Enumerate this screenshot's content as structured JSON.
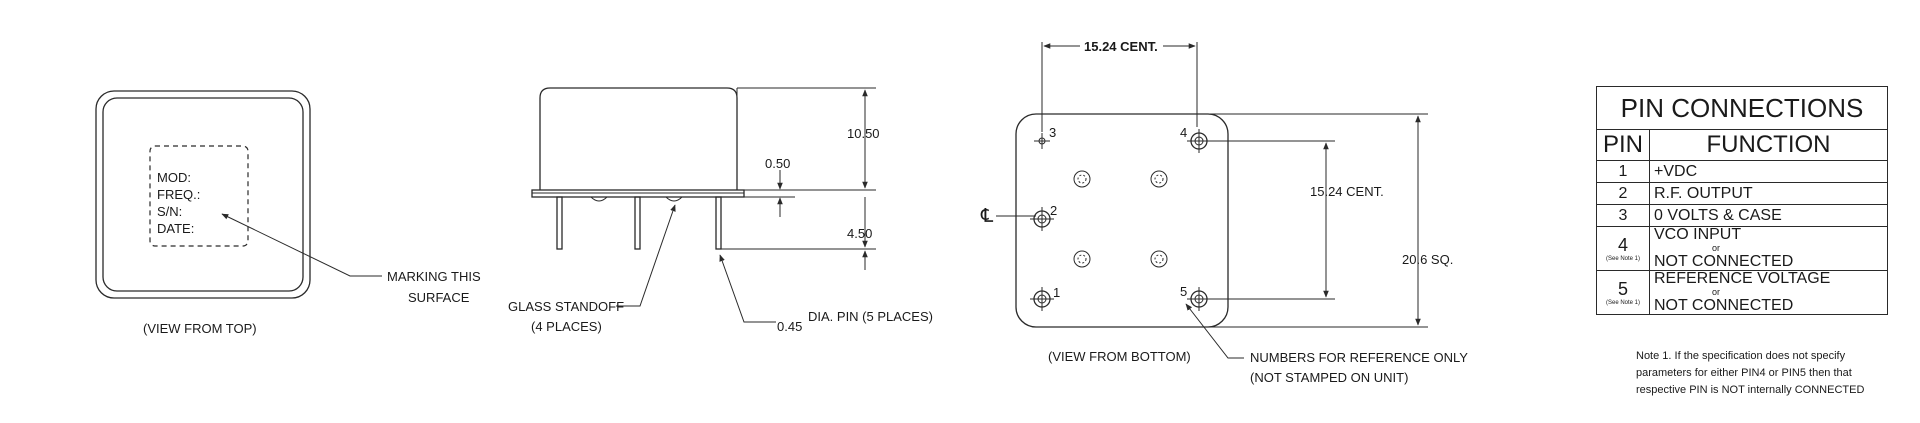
{
  "views": {
    "top": {
      "marking": [
        "MOD:",
        "FREQ.:",
        "S/N:",
        "DATE:"
      ],
      "marking_callout": [
        "MARKING THIS",
        "SURFACE"
      ],
      "caption": "(VIEW FROM TOP)"
    },
    "side": {
      "dim_height": "10.50",
      "dim_flange": "0.50",
      "dim_pin_length": "4.50",
      "standoff_label": [
        "GLASS STANDOFF",
        "(4 PLACES)"
      ],
      "pin_dia_value": "0.45",
      "pin_dia_label": "DIA. PIN (5 PLACES)"
    },
    "bottom": {
      "dim_top": "15.24 CENT.",
      "dim_inner": "15.24 CENT.",
      "dim_square": "20.6 SQ.",
      "centerline": "℄",
      "pin_numbers": [
        "1",
        "2",
        "3",
        "4",
        "5"
      ],
      "caption": "(VIEW FROM BOTTOM)",
      "reference_note": [
        "NUMBERS FOR REFERENCE ONLY",
        "(NOT STAMPED ON UNIT)"
      ]
    }
  },
  "pin_table": {
    "title": "PIN CONNECTIONS",
    "col_pin": "PIN",
    "col_function": "FUNCTION",
    "rows": [
      {
        "pin": "1",
        "function": "+VDC"
      },
      {
        "pin": "2",
        "function": "R.F. OUTPUT"
      },
      {
        "pin": "3",
        "function": "0 VOLTS & CASE"
      },
      {
        "pin": "4",
        "note_ref": "(See Note 1)",
        "function": "VCO INPUT",
        "or": "or",
        "alt": "NOT CONNECTED"
      },
      {
        "pin": "5",
        "note_ref": "(See Note 1)",
        "function": "REFERENCE VOLTAGE",
        "or": "or",
        "alt": "NOT CONNECTED"
      }
    ]
  },
  "note": [
    "Note 1.  If the specification does not specify",
    "parameters for either PIN4 or PIN5 then that",
    "respective PIN is NOT internally CONNECTED"
  ]
}
